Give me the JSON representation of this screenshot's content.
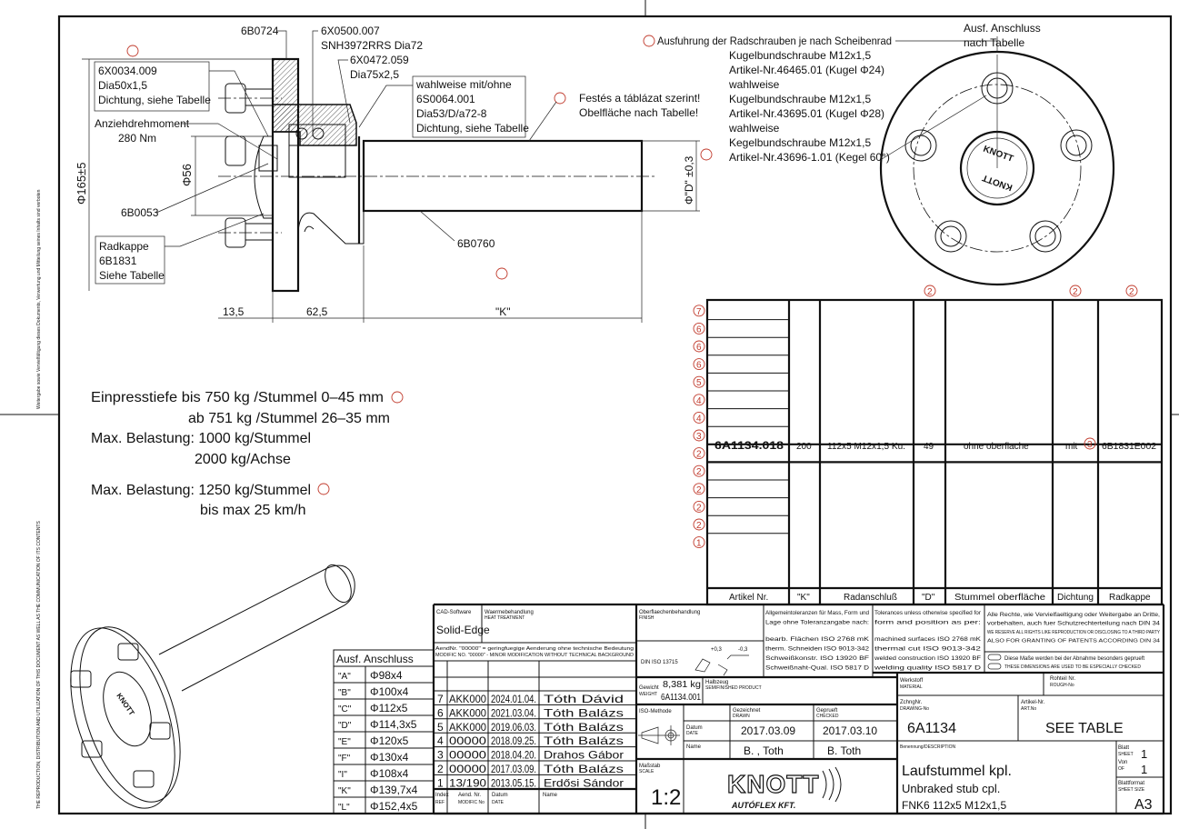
{
  "drawing": {
    "callouts": {
      "part_6B0724": "6B0724",
      "bearing_code": "6X0500.007",
      "bearing_desc": "SNH3972RRS Dia72",
      "ring_code": "6X0472.059",
      "ring_desc": "Dia75x2,5",
      "seal_box": [
        "6X0034.009",
        "Dia50x1,5",
        "Dichtung, siehe Tabelle"
      ],
      "torque_label": "Anziehdrehmoment",
      "torque_value": "280 Nm",
      "optional_box": [
        "wahlweise mit/ohne",
        "6S0064.001",
        "Dia53/D/a72-8",
        "Dichtung, siehe Tabelle"
      ],
      "paint_note": [
        "Festés a táblázat szerint!",
        "Obelfläche nach Tabelle!"
      ],
      "part_6B0053": "6B0053",
      "hubcap_box": [
        "Radkappe",
        "6B1831",
        "Siehe Tabelle"
      ],
      "part_6B0760": "6B0760",
      "bolt_note_title": "Ausfuhrung der Radschrauben je nach Scheibenrad",
      "bolt_note_lines": [
        "Kugelbundschraube M12x1,5",
        "Artikel-Nr.46465.01 (Kugel Φ24)",
        "wahlweise",
        "Kugelbundschraube M12x1,5",
        "Artikel-Nr.43695.01 (Kugel Φ28)",
        "wahlweise",
        "Kegelbundschraube M12x1,5",
        "Artikel-Nr.43696-1.01 (Kegel 60°)"
      ],
      "ausf_label": [
        "Ausf. Anschluss",
        "nach Tabelle"
      ],
      "hub_logo_top": "KNOTT",
      "hub_logo_bottom": "KNOTT"
    },
    "dimensions": {
      "dia_flange": "Φ165±5",
      "dia_56": "Φ56",
      "dia_d": "Φ\"D\" ±0,3",
      "len_135": "13,5",
      "len_625": "62,5",
      "len_k": "\"K\""
    },
    "revision_marks": {
      "r1": "1",
      "r2": "2",
      "r3": "3",
      "r4": "4"
    },
    "notes": {
      "einpresstiefe_1": "Einpresstiefe bis 750 kg /Stummel 0–45 mm",
      "einpresstiefe_2": "ab 751 kg /Stummel 26–35 mm",
      "belastung_1": "Max. Belastung: 1000 kg/Stummel",
      "belastung_2": "2000 kg/Achse",
      "belastung_3": "Max. Belastung: 1250 kg/Stummel",
      "belastung_4": "bis max 25 km/h"
    }
  },
  "variant_table": {
    "headers": [
      "Artikel Nr.",
      "\"K\"",
      "Radanschluß",
      "\"D\"",
      "Stummel oberfläche",
      "Dichtung",
      "Radkappe"
    ],
    "row_marks": [
      "7",
      "6",
      "6",
      "6",
      "5",
      "4",
      "4",
      "3",
      "2",
      "2",
      "2",
      "2",
      "2",
      "1"
    ],
    "row": {
      "artikel": "6A1134.018",
      "k": "200",
      "radanschluss": "112x5 M12x1,5 Ku.",
      "d": "49",
      "oberflaeche": "ohne oberflache",
      "dichtung": "mit",
      "dichtung_mark": "3",
      "radkappe": "6B1831E002"
    },
    "col_marks": [
      "2",
      "2",
      "2"
    ]
  },
  "anschluss_table": {
    "title": "Ausf. Anschluss",
    "rows": [
      {
        "code": "\"A\"",
        "value": "Φ98x4"
      },
      {
        "code": "\"B\"",
        "value": "Φ100x4"
      },
      {
        "code": "\"C\"",
        "value": "Φ112x5"
      },
      {
        "code": "\"D\"",
        "value": "Φ114,3x5"
      },
      {
        "code": "\"E\"",
        "value": "Φ120x5"
      },
      {
        "code": "\"F\"",
        "value": "Φ130x4"
      },
      {
        "code": "\"I\"",
        "value": "Φ108x4"
      },
      {
        "code": "\"K\"",
        "value": "Φ139,7x4"
      },
      {
        "code": "\"L\"",
        "value": "Φ152,4x5"
      }
    ]
  },
  "revisions": {
    "rows": [
      {
        "index": "7",
        "aend": "AKK000",
        "datum": "2024.01.04.",
        "name": "Tóth Dávid"
      },
      {
        "index": "6",
        "aend": "AKK000",
        "datum": "2021.03.04.",
        "name": "Tóth Balázs"
      },
      {
        "index": "5",
        "aend": "AKK000",
        "datum": "2019.06.03.",
        "name": "Tóth Balázs"
      },
      {
        "index": "4",
        "aend": "00000",
        "datum": "2018.09.25.",
        "name": "Tóth Balázs"
      },
      {
        "index": "3",
        "aend": "00000",
        "datum": "2018.04.20.",
        "name": "Drahos Gábor"
      },
      {
        "index": "2",
        "aend": "00000",
        "datum": "2017.03.09.",
        "name": "Tóth Balázs"
      },
      {
        "index": "1",
        "aend": "13/190",
        "datum": "2013.05.15.",
        "name": "Erdősi Sándor"
      }
    ],
    "header": {
      "index": "Index",
      "index_en": "REF",
      "aend": "Aend. Nr.",
      "aend_en": "MODIFIC No",
      "datum": "Datum",
      "datum_en": "DATE",
      "name": "Name"
    },
    "note": "AendNr. \"00000\" = geringfuegige Aenderung ohne technische Bedeutung",
    "note_en": "MODIFIC NO. \"00000\" - MINOR MODIFICATION WITHOUT TECHNICAL BACKGROUND"
  },
  "title_block": {
    "cad_label": "CAD-Software",
    "cad_value": "Solid-Edge",
    "heat_label": "Waermebehandlung",
    "heat_label_en": "HEAT TREATMENT",
    "finish_label": "Oberflaechenbehandlung",
    "finish_label_en": "FINISH",
    "din": "DIN ISO 13715",
    "tol_minus": "-0,3",
    "tol_plus": "+0,3",
    "general_tol": [
      "Allgemeintoleranzen für Mass, Form und",
      "Lage ohne Toleranzangabe nach:",
      "bearb. Flächen    ISO 2768 mK",
      "therm. Schneiden  ISO 9013-342",
      "Schweißkonstr.    ISO 13920 BF",
      "Schweißnaht-Qual. ISO 5817 D"
    ],
    "general_tol_en": [
      "Tolerances unless otherwise specified for",
      "form and position as per:",
      "machined surfaces  ISO 2768 mK",
      "thermal cut        ISO 9013-342",
      "welded construction ISO 13920 BF",
      "welding quality    ISO 5817 D"
    ],
    "rights": [
      "Alle Rechte, wie Vervielfaeltigung oder Weitergabe an Dritte,",
      "vorbehalten, auch fuer Schutzrechterteilung nach DIN 34",
      "WE RESERVE ALL RIGHTS LIKE REPRODUCTION OR DISCLOSING TO A THIRD PARTY",
      "ALSO FOR GRANTING OF PATENTS ACCORDING DIN 34"
    ],
    "check_note": "Diese Maße werden bei der Abnahme besonders geprueft",
    "check_note_en": "THESE DIMENSIONS ARE USED TO BE ESPECIALLY CHECKED",
    "weight_label": "Gewicht",
    "weight_label_en": "WEIGHT",
    "weight_value": "8,381 kg",
    "weight_part": "6A1134.001",
    "semi_label": "Halbzeug",
    "semi_label_en": "SEMIFINISHED PRODUCT",
    "material_label": "Werkstoff",
    "material_label_en": "MATERIAL",
    "rough_label": "Rohteil Nr.",
    "rough_label_en": "ROUGH-No",
    "iso_method": "ISO-Methode",
    "drawn_label": "Gezeichnet",
    "drawn_label_en": "DRAWN",
    "checked_label": "Geprueft",
    "checked_label_en": "CHECKED",
    "date_label": "Datum",
    "date_label_en": "DATE",
    "name_label": "Name",
    "drawn_date": "2017.03.09",
    "checked_date": "2017.03.10",
    "drawn_name": "B. , Toth",
    "checked_name": "B. Toth",
    "drawing_no_label": "ZchngNr.",
    "drawing_no_label_en": "DRAWING-No",
    "drawing_no": "6A1134",
    "article_label": "Artikel-Nr.",
    "article_label_en": "ART.No",
    "article_value": "SEE TABLE",
    "scale_label": "Maßstab",
    "scale_label_en": "SCALE",
    "scale": "1:2",
    "logo": "KNOTT",
    "logo_sub": "AUTÓFLEX KFT.",
    "desc_label": "Benennung/DESCRIPTION",
    "desc_1": "Laufstummel kpl.",
    "desc_2": "Unbraked stub cpl.",
    "desc_3": "FNK6 112x5 M12x1,5",
    "sheet_label": "Blatt",
    "sheet_label_en": "SHEET",
    "sheet": "1",
    "of_label": "Von",
    "of_label_en": "OF",
    "of": "1",
    "format_label": "Blattformat",
    "format_label_en": "SHEET SIZE",
    "format": "A3"
  },
  "colors": {
    "revision_mark": "#c0392b",
    "line": "#111111"
  }
}
